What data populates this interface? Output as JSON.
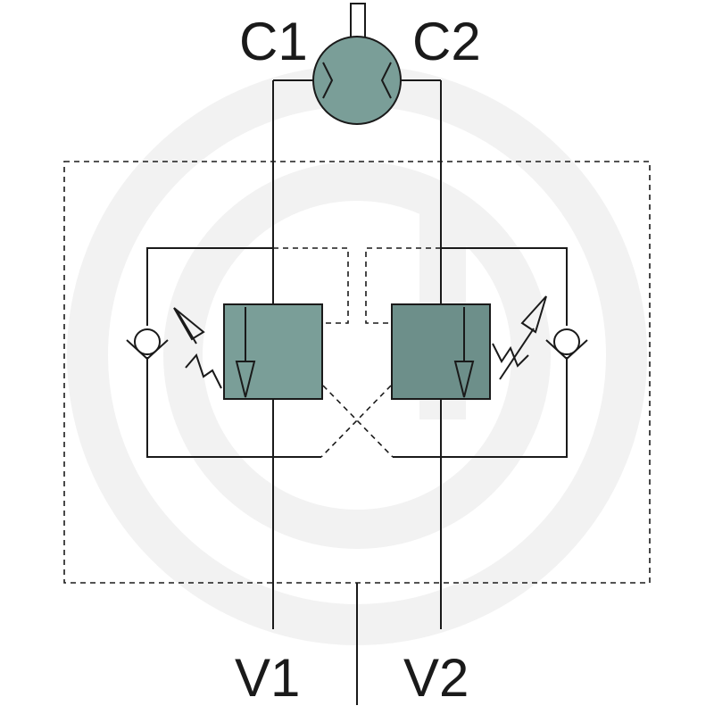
{
  "diagram": {
    "ports": {
      "c1": "C1",
      "c2": "C2",
      "v1": "V1",
      "v2": "V2"
    },
    "icons": [
      "hydraulic-motor-icon",
      "check-valve-icon",
      "adjustable-spring-icon",
      "arrow-icon",
      "watermark-icon"
    ],
    "colors": {
      "component_fill": "#7a9e98",
      "component_shade": "#6d8f8a",
      "line": "#1a1a1a",
      "watermark": "#eeeeee"
    }
  }
}
